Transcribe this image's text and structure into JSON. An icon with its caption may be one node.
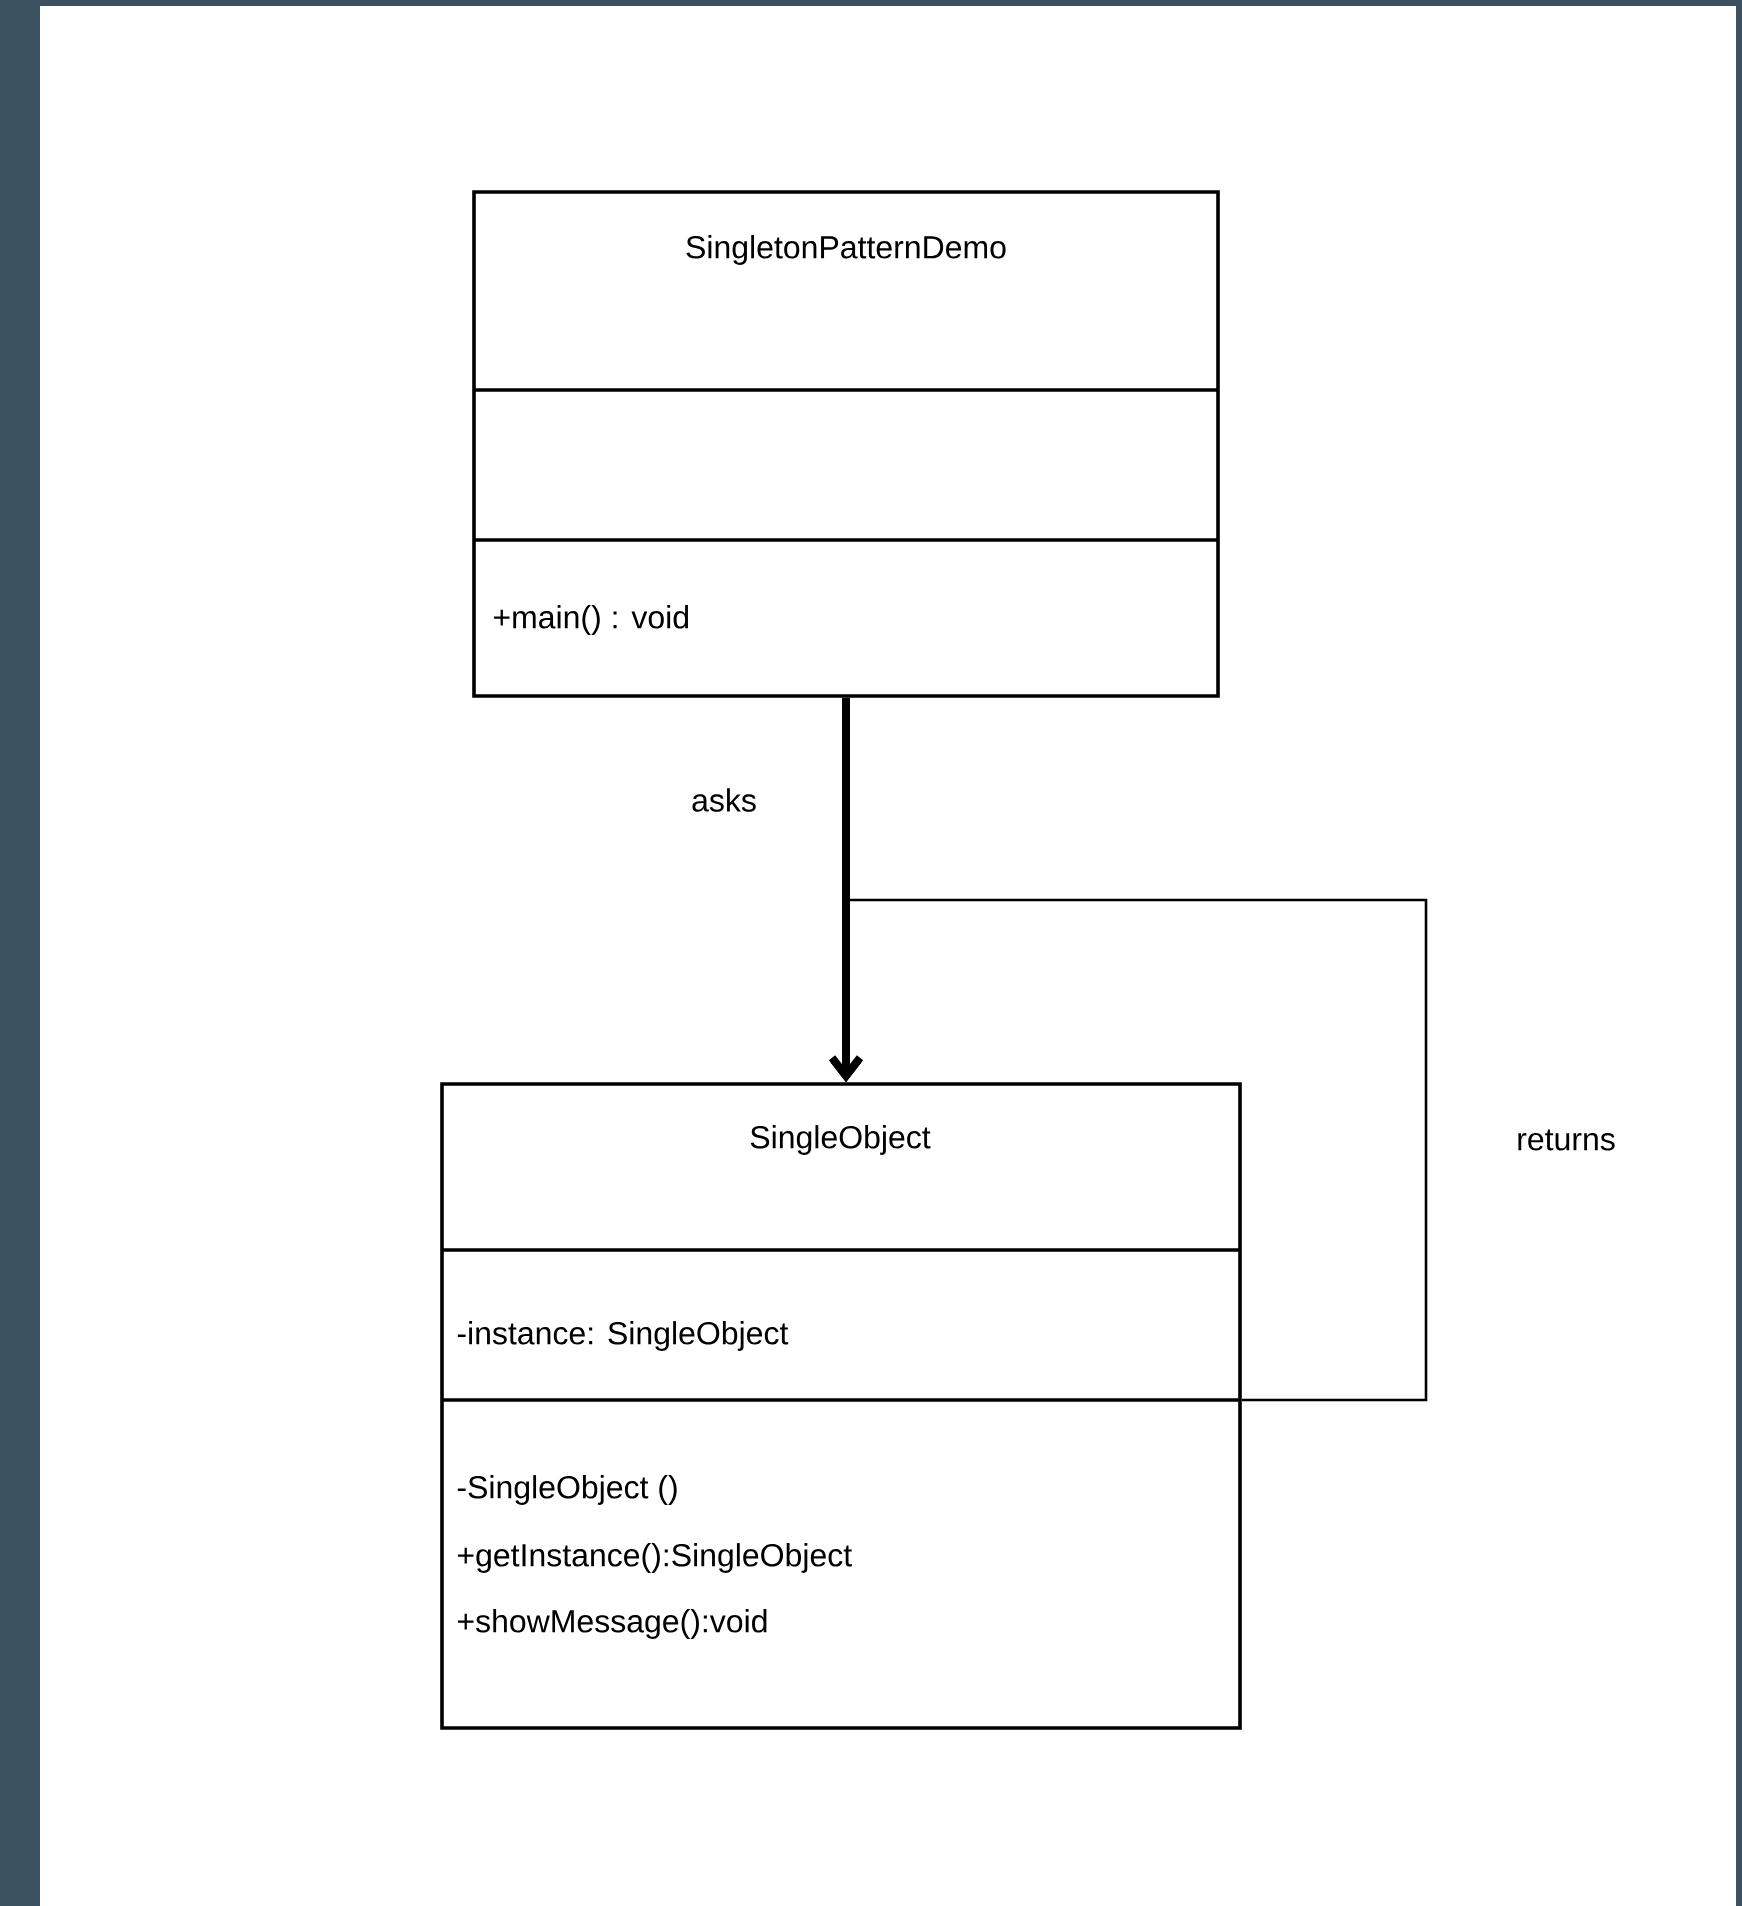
{
  "diagram": {
    "nodes": [
      {
        "text": [
          "SingletonPatternDemo",
          "+main() : void"
        ]
      },
      {
        "text": [
          "SingleObject",
          "-instance: SingleObject",
          "-SingleObject ()",
          "+getInstance():SingleObject",
          "+showMessage():void"
        ]
      }
    ],
    "edges": [
      {
        "from": 0,
        "to": 1,
        "arrow": "to",
        "label": "asks",
        "style": "thick"
      },
      {
        "from": 1,
        "to": 1,
        "arrow": "to",
        "label": "returns"
      }
    ]
  }
}
